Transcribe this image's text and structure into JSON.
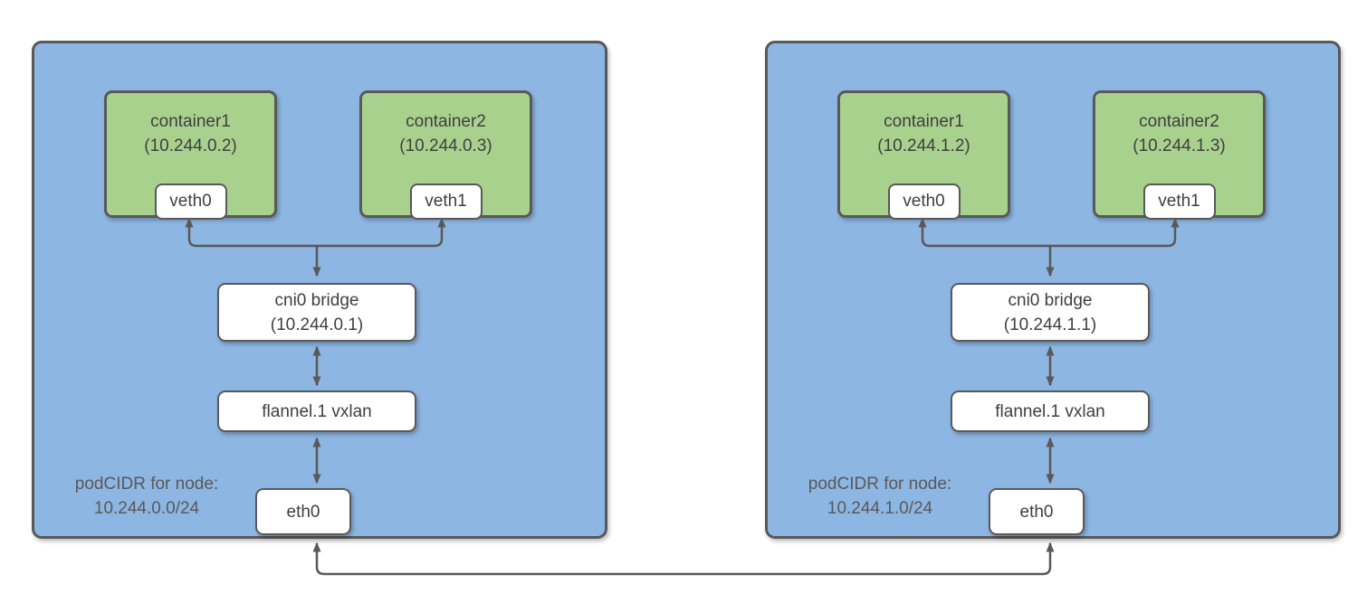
{
  "colors": {
    "node_fill": "#8db6e2",
    "container_fill": "#a9d18e",
    "box_fill": "#ffffff",
    "border": "#595959",
    "arrow": "#595959",
    "text": "#3f3f3f",
    "muted_text": "#595959"
  },
  "nodes": [
    {
      "podcidr_label": "podCIDR for node:",
      "podcidr_value": "10.244.0.0/24",
      "containers": [
        {
          "name": "container1",
          "ip": "(10.244.0.2)",
          "veth": "veth0"
        },
        {
          "name": "container2",
          "ip": "(10.244.0.3)",
          "veth": "veth1"
        }
      ],
      "bridge_label": "cni0 bridge",
      "bridge_ip": "(10.244.0.1)",
      "vxlan_label": "flannel.1 vxlan",
      "eth_label": "eth0"
    },
    {
      "podcidr_label": "podCIDR for node:",
      "podcidr_value": "10.244.1.0/24",
      "containers": [
        {
          "name": "container1",
          "ip": "(10.244.1.2)",
          "veth": "veth0"
        },
        {
          "name": "container2",
          "ip": "(10.244.1.3)",
          "veth": "veth1"
        }
      ],
      "bridge_label": "cni0 bridge",
      "bridge_ip": "(10.244.1.1)",
      "vxlan_label": "flannel.1 vxlan",
      "eth_label": "eth0"
    }
  ]
}
